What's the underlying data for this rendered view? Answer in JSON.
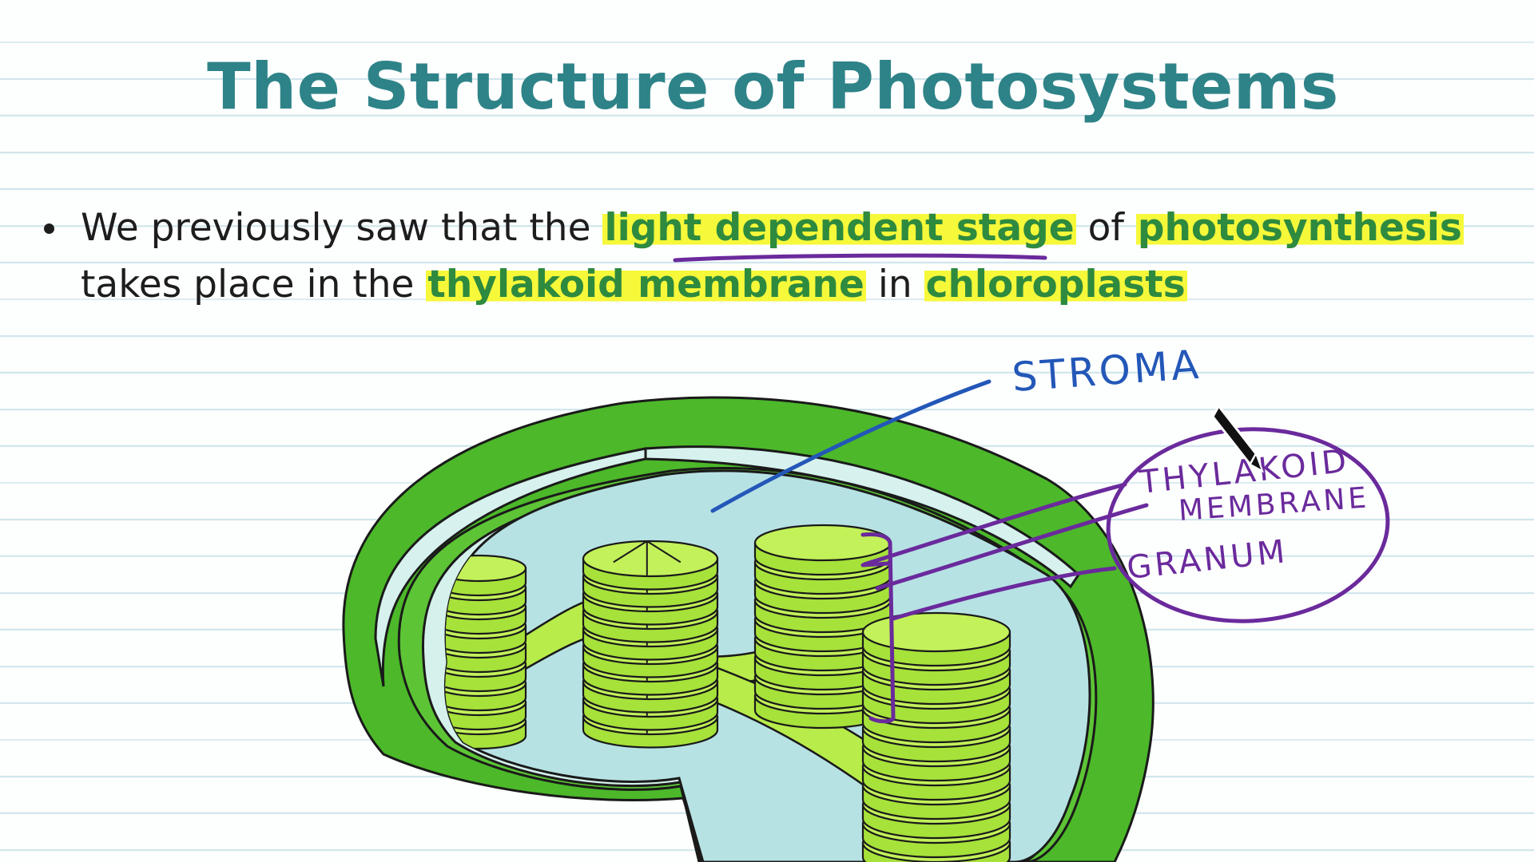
{
  "slide": {
    "title": "The Structure of Photosystems",
    "bullet": {
      "part1": "We previously saw that the ",
      "hl1": "light dependent stage",
      "part2": " of ",
      "hl2": "photosynthesis",
      "part3": " takes place in the ",
      "hl3": "thylakoid membrane",
      "part4": " in ",
      "hl4": "chloroplasts"
    }
  },
  "annotations": {
    "stroma": "STROMA",
    "thylakoid_line1": "THYLAKOID",
    "thylakoid_line2": "MEMBRANE",
    "granum": "GRANUM"
  },
  "colors": {
    "title": "#2e8388",
    "highlight_text": "#2e8a3e",
    "highlighter": "#f6f83a",
    "pen_blue": "#2357b8",
    "pen_purple": "#6a2a9c",
    "outer_membrane": "#4cb82a",
    "stroma_fill": "#b7e2e4",
    "thylakoid_fill": "#b8ec4a"
  }
}
